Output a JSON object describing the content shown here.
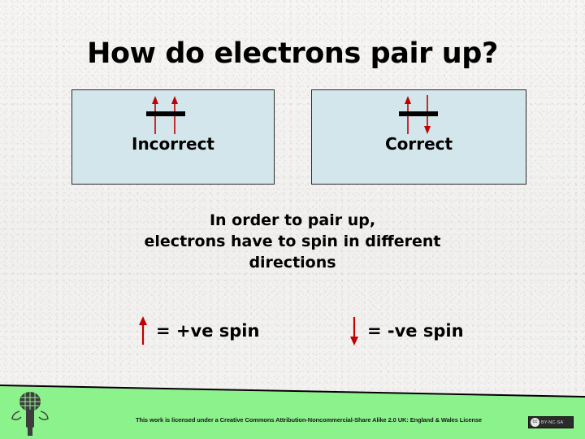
{
  "slide": {
    "title": "How do electrons pair up?",
    "background_color": "#f4f3f1"
  },
  "comparison": {
    "boxes": [
      {
        "label": "Incorrect",
        "fill_color": "#d3e6eb",
        "border_color": "#2b2b2b",
        "orbital": {
          "bar_color": "#000000",
          "arrow_color": "#c00000",
          "electrons": [
            {
              "position": "left",
              "spin": "up"
            },
            {
              "position": "right",
              "spin": "up"
            }
          ]
        }
      },
      {
        "label": "Correct",
        "fill_color": "#d3e6eb",
        "border_color": "#2b2b2b",
        "orbital": {
          "bar_color": "#000000",
          "arrow_color": "#c00000",
          "electrons": [
            {
              "position": "left",
              "spin": "up"
            },
            {
              "position": "right",
              "spin": "down"
            }
          ]
        }
      }
    ]
  },
  "explanation": {
    "line1": "In order to pair up,",
    "line2": "electrons have to spin in different",
    "line3": "directions"
  },
  "key": {
    "positive": {
      "arrow": "up",
      "text": "= +ve spin",
      "arrow_color": "#c00000"
    },
    "negative": {
      "arrow": "down",
      "text": "= -ve spin",
      "arrow_color": "#c00000"
    }
  },
  "footer": {
    "band_color": "#8cf28c",
    "license_text": "This work is licensed under a Creative Commons Attribution-Noncommercial-Share Alike 2.0 UK: England & Wales License",
    "cc_badge": {
      "mark": "cc",
      "terms": "BY-NC-SA"
    }
  }
}
